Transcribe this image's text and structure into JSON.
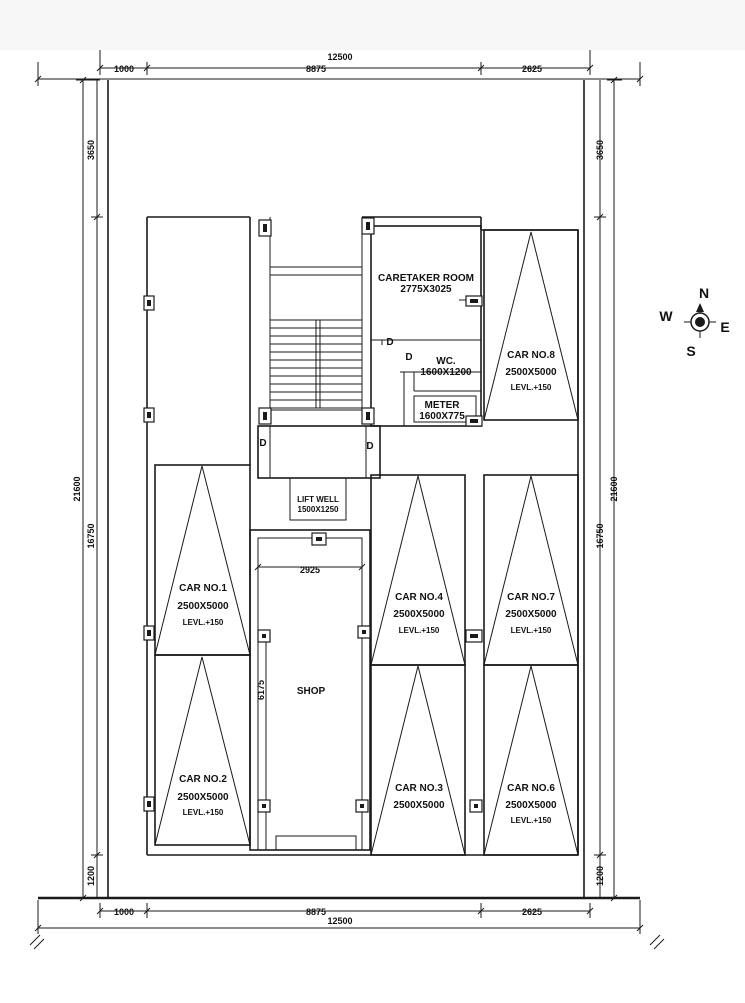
{
  "dimensions": {
    "overall_width": "12500",
    "left_setback": "1000",
    "center_width": "8875",
    "right_setback": "2625",
    "overall_depth": "21600",
    "front_setback": "3650",
    "building_depth": "16750",
    "rear_setback": "1200",
    "shop_width": "2925",
    "shop_depth": "6175"
  },
  "rooms": {
    "caretaker_name": "CARETAKER ROOM",
    "caretaker_size": "2775X3025",
    "wc_name": "WC.",
    "wc_size": "1600X1200",
    "meter_name": "METER",
    "meter_size": "1600X775",
    "lift_name": "LIFT WELL",
    "lift_size": "1500X1250",
    "shop_name": "SHOP",
    "door_mark": "D"
  },
  "cars": [
    {
      "name": "CAR NO.1",
      "size": "2500X5000",
      "level": "LEVL.+150"
    },
    {
      "name": "CAR NO.2",
      "size": "2500X5000",
      "level": "LEVL.+150"
    },
    {
      "name": "CAR NO.3",
      "size": "2500X5000",
      "level": ""
    },
    {
      "name": "CAR NO.4",
      "size": "2500X5000",
      "level": "LEVL.+150"
    },
    {
      "name": "CAR NO.6",
      "size": "2500X5000",
      "level": "LEVL.+150"
    },
    {
      "name": "CAR NO.7",
      "size": "2500X5000",
      "level": "LEVL.+150"
    },
    {
      "name": "CAR NO.8",
      "size": "2500X5000",
      "level": "LEVL.+150"
    }
  ],
  "compass": {
    "north": "N",
    "south": "S",
    "east": "E",
    "west": "W"
  }
}
